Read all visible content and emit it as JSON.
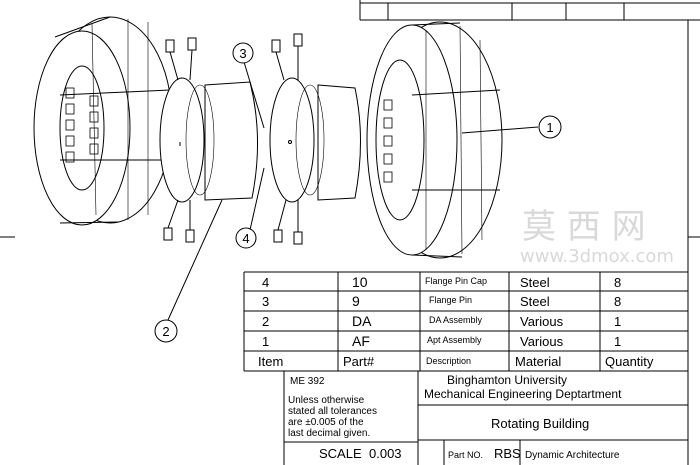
{
  "balloons": [
    "1",
    "2",
    "3",
    "4"
  ],
  "bom": {
    "headers": {
      "item": "Item",
      "part": "Part#",
      "description": "Description",
      "material": "Material",
      "quantity": "Quantity"
    },
    "rows": [
      {
        "item": "4",
        "part": "10",
        "description": "Flange Pin Cap",
        "material": "Steel",
        "quantity": "8"
      },
      {
        "item": "3",
        "part": "9",
        "description": "Flange Pin",
        "material": "Steel",
        "quantity": "8"
      },
      {
        "item": "2",
        "part": "DA",
        "description": "DA Assembly",
        "material": "Various",
        "quantity": "1"
      },
      {
        "item": "1",
        "part": "AF",
        "description": "Apt Assembly",
        "material": "Various",
        "quantity": "1"
      }
    ]
  },
  "title_block": {
    "course": "ME 392",
    "tolerance_lines": [
      "Unless otherwise",
      "stated all tolerances",
      "are ±0.005 of the",
      "last decimal given."
    ],
    "school": "Binghamton University",
    "department": "Mechanical Engineering Deptartment",
    "title": "Rotating Building",
    "scale_label": "SCALE",
    "scale_value": "0.003",
    "part_no_label": "Part NO.",
    "part_no": "RBS",
    "project": "Dynamic Architecture"
  },
  "watermark": {
    "brand": "莫 西 网",
    "url": "www.3dmox.com"
  }
}
